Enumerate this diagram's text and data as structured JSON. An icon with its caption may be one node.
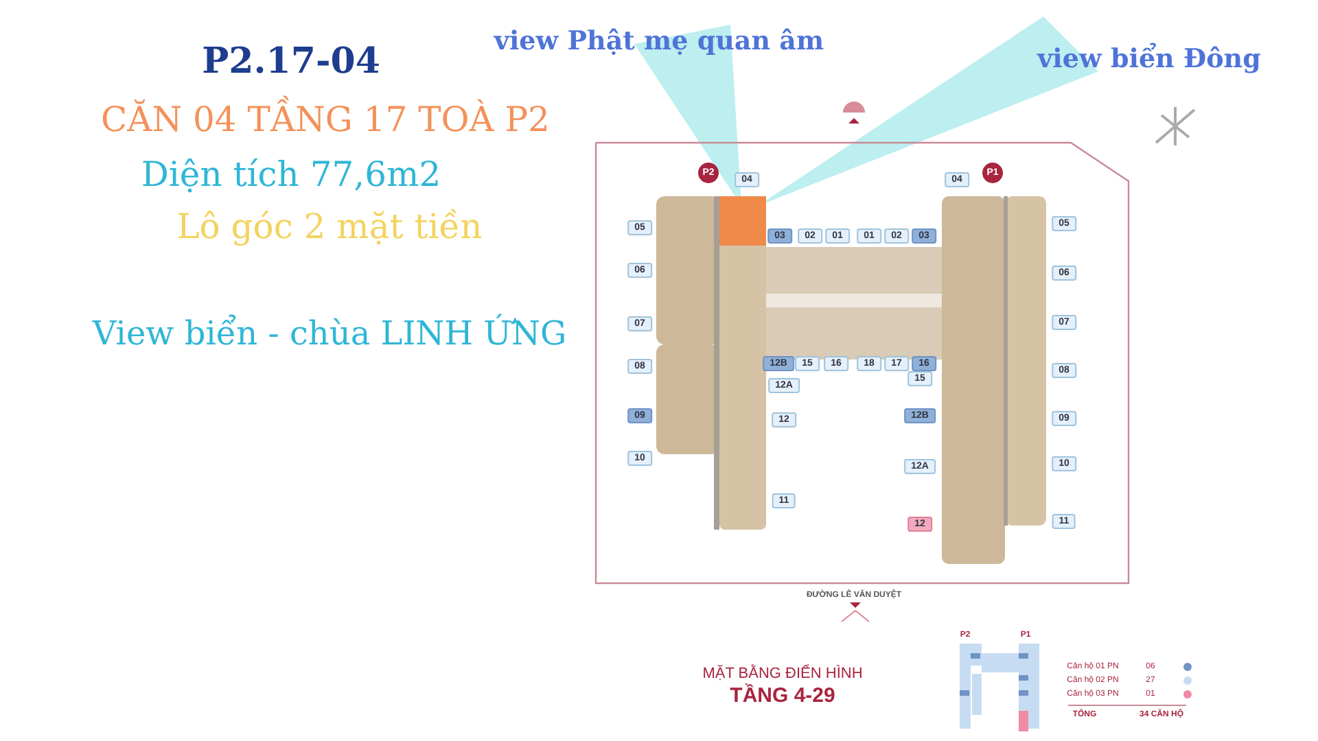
{
  "diagram": {
    "nodes": [
      {
        "text": [
          "P2"
        ]
      },
      {
        "text": [
          "04"
        ]
      },
      {
        "text": [
          "P1"
        ]
      },
      {
        "text": [
          "04"
        ]
      },
      {
        "text": [
          "05"
        ]
      },
      {
        "text": [
          "06"
        ]
      },
      {
        "text": [
          "07"
        ]
      },
      {
        "text": [
          "08"
        ]
      },
      {
        "text": [
          "09"
        ]
      },
      {
        "text": [
          "10"
        ]
      },
      {
        "text": [
          "03"
        ]
      },
      {
        "text": [
          "02"
        ]
      },
      {
        "text": [
          "01"
        ]
      },
      {
        "text": [
          "01"
        ]
      },
      {
        "text": [
          "02"
        ]
      },
      {
        "text": [
          "03"
        ]
      },
      {
        "text": [
          "12B"
        ]
      },
      {
        "text": [
          "15"
        ]
      },
      {
        "text": [
          "16"
        ]
      },
      {
        "text": [
          "18"
        ]
      },
      {
        "text": [
          "17"
        ]
      },
      {
        "text": [
          "16"
        ]
      },
      {
        "text": [
          "12A"
        ]
      },
      {
        "text": [
          "12"
        ]
      },
      {
        "text": [
          "11"
        ]
      },
      {
        "text": [
          "15"
        ]
      },
      {
        "text": [
          "12B"
        ]
      },
      {
        "text": [
          "12A"
        ]
      },
      {
        "text": [
          "12"
        ]
      },
      {
        "text": [
          "05"
        ]
      },
      {
        "text": [
          "06"
        ]
      },
      {
        "text": [
          "07"
        ]
      },
      {
        "text": [
          "08"
        ]
      },
      {
        "text": [
          "09"
        ]
      },
      {
        "text": [
          "10"
        ]
      },
      {
        "text": [
          "11"
        ]
      }
    ],
    "labels": [
      "P2.17-04",
      "CĂN 04 TẦNG 17 TOÀ P2",
      "Diện tích 77,6m2",
      "Lô góc 2 mặt tiền",
      "view Phật mẹ quan âm",
      "view biển Đông",
      "View biển - chùa LINH ỨNG",
      "ĐƯỜNG LÊ VĂN DUYỆT",
      "MẶT BẰNG ĐIỂN HÌNH",
      "TẦNG 4-29",
      "P2",
      "P1",
      "06",
      "27",
      "01",
      "TỔNG",
      "34 CĂN HỘ"
    ],
    "legend": [
      {
        "text": "Căn hộ 01 PN",
        "color": "#6f93c4"
      },
      {
        "text": "Căn hộ 02 PN",
        "color": "#c6dcf2"
      },
      {
        "text": "Căn hộ 03 PN",
        "color": "#f08aa6"
      }
    ]
  }
}
